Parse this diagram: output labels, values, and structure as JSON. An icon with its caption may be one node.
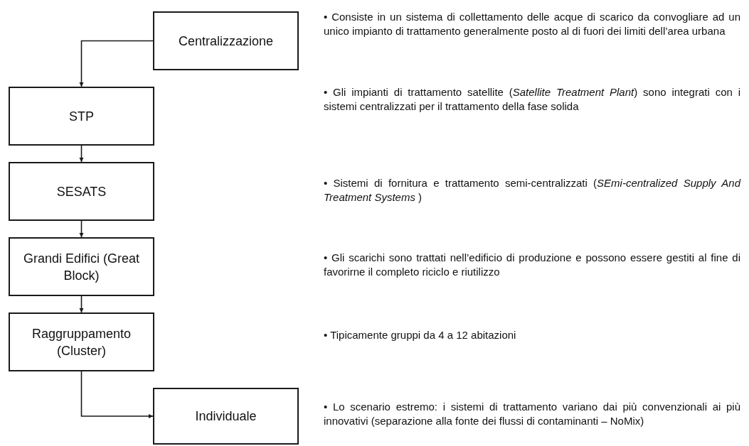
{
  "diagram": {
    "nodes": [
      {
        "text": [
          "Centralizzazione"
        ]
      },
      {
        "text": [
          "STP"
        ]
      },
      {
        "text": [
          "SESATS"
        ]
      },
      {
        "text": [
          "Grandi Edifici (Great Block)"
        ]
      },
      {
        "text": [
          "Raggruppamento (Cluster)"
        ]
      },
      {
        "text": [
          "Individuale"
        ]
      }
    ],
    "edges": [
      {
        "from": 0,
        "to": 1,
        "arrow": "to"
      },
      {
        "from": 1,
        "to": 2,
        "arrow": "to"
      },
      {
        "from": 2,
        "to": 3,
        "arrow": "to"
      },
      {
        "from": 3,
        "to": 4,
        "arrow": "to"
      },
      {
        "from": 4,
        "to": 5,
        "arrow": "to"
      }
    ],
    "labels": [
      "• Consiste in un sistema di collettamento delle acque di scarico da convogliare ad un unico impianto di trattamento generalmente posto al di fuori dei limiti dell’area urbana",
      "• Gli impianti di trattamento satellite (*Satellite Treatment Plant*) sono integrati con i sistemi centralizzati per il trattamento della fase solida",
      "• Sistemi di fornitura e trattamento semi-centralizzati (*SEmi-centralized Supply And Treatment Systems* )",
      "• Gli scarichi sono trattati nell’edificio di produzione e possono essere gestiti al fine di favorirne il completo riciclo e riutilizzo",
      "• Tipicamente gruppi da 4 a 12 abitazioni",
      "• Lo scenario estremo: i sistemi di trattamento variano dai più convenzionali ai più innovativi (separazione alla fonte dei flussi di contaminanti – NoMix)"
    ]
  }
}
